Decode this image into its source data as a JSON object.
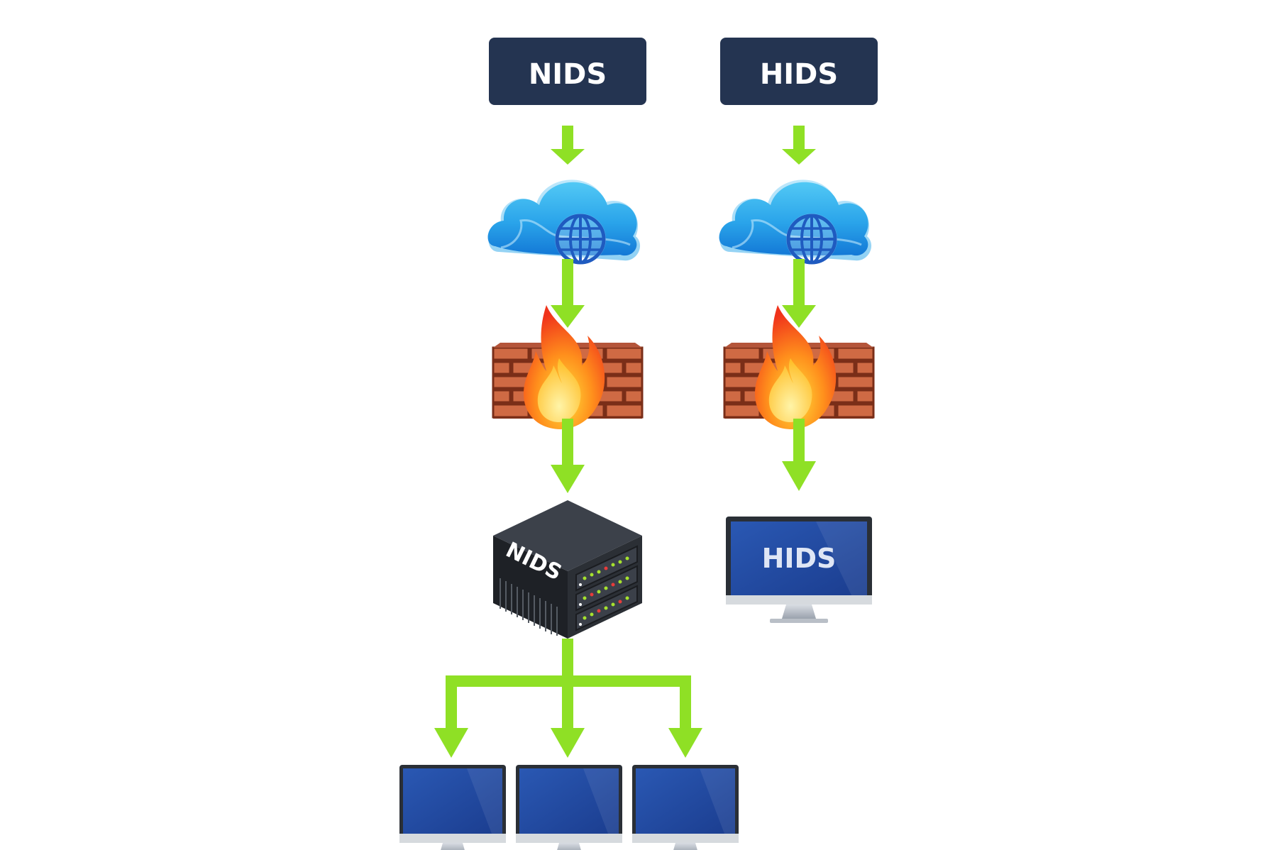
{
  "header_left": "NIDS",
  "header_right": "HIDS",
  "server_label": "NIDS",
  "monitor_label": "HIDS",
  "icons": {
    "cloud": "cloud-globe-icon",
    "firewall": "firewall-icon",
    "server": "server-icon",
    "monitor": "monitor-icon"
  },
  "colors": {
    "header_bg": "#243451",
    "arrow": "#8fe025",
    "screen": "#2f5fb8"
  }
}
